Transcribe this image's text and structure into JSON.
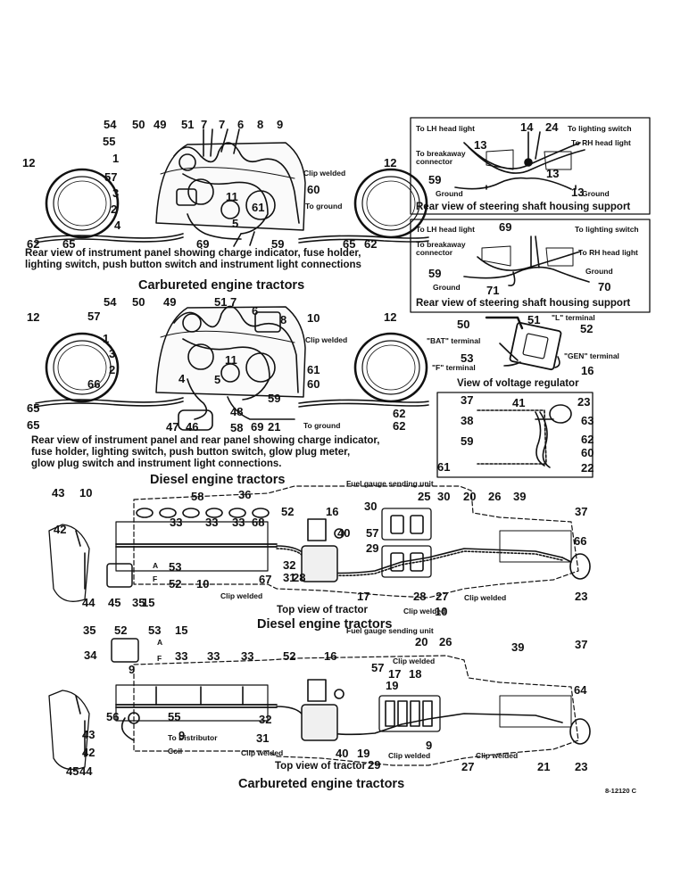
{
  "captions": {
    "panel_carb": "Rear view of instrument panel showing charge indicator, fuse holder,\nlighting switch, push button switch and instrument light connections",
    "title_carb_1": "Carbureted engine tractors",
    "panel_diesel": "Rear view of instrument panel and rear panel showing charge indicator,\nfuse holder, lighting switch, push button switch, glow plug meter,\nglow plug switch and instrument light connections.",
    "title_diesel_1": "Diesel engine tractors",
    "steer_1": "Rear view of steering shaft housing support",
    "steer_2": "Rear view of steering shaft housing support",
    "voltage": "View of voltage regulator",
    "top_view_diesel": "Top view of tractor",
    "title_diesel_2": "Diesel engine tractors",
    "top_view_carb": "Top view of tractor",
    "title_carb_2": "Carbureted engine tractors",
    "figure_no": "8-12120 C"
  },
  "notes": {
    "clip_welded": "Clip welded",
    "to_ground": "To ground",
    "to_lh_head": "To LH head light",
    "to_lighting_switch": "To lighting switch",
    "to_rh_head": "To RH head light",
    "to_breakaway": "To breakaway\nconnector",
    "ground": "Ground",
    "l_terminal": "\"L\" terminal",
    "bat_terminal": "\"BAT\" terminal",
    "gen_terminal": "\"GEN\" terminal",
    "f_terminal": "\"F\" terminal",
    "fuel_gauge": "Fuel gauge sending unit",
    "to_distributor": "To Distributor",
    "coil": "Coil",
    "a": "A",
    "f": "F"
  },
  "callouts": {
    "p1": [
      "54",
      "50",
      "49",
      "51",
      "7",
      "7",
      "6",
      "8",
      "9",
      "55",
      "1",
      "57",
      "3",
      "2",
      "4",
      "12",
      "12",
      "11",
      "5",
      "61",
      "60",
      "62",
      "65",
      "69",
      "59",
      "65",
      "62"
    ],
    "p2": [
      "54",
      "50",
      "49",
      "51",
      "7",
      "6",
      "8",
      "10",
      "57",
      "1",
      "3",
      "2",
      "4",
      "66",
      "12",
      "12",
      "11",
      "5",
      "61",
      "60",
      "59",
      "47",
      "46",
      "48",
      "58",
      "69",
      "21",
      "62",
      "65",
      "62",
      "65"
    ],
    "s1": [
      "14",
      "24",
      "13",
      "13",
      "59",
      "13"
    ],
    "s2": [
      "69",
      "59",
      "71",
      "70"
    ],
    "vr": [
      "50",
      "51",
      "52",
      "53",
      "16"
    ],
    "box": [
      "37",
      "41",
      "23",
      "38",
      "63",
      "59",
      "62",
      "60",
      "61",
      "22"
    ],
    "t1": [
      "43",
      "10",
      "42",
      "58",
      "36",
      "33",
      "33",
      "33",
      "68",
      "52",
      "16",
      "40",
      "30",
      "25",
      "30",
      "20",
      "26",
      "39",
      "37",
      "53",
      "52",
      "35",
      "15",
      "44",
      "45",
      "10",
      "32",
      "31",
      "28",
      "67",
      "57",
      "29",
      "17",
      "28",
      "27",
      "10",
      "66",
      "23"
    ],
    "t2": [
      "35",
      "52",
      "53",
      "15",
      "34",
      "9",
      "33",
      "33",
      "33",
      "52",
      "16",
      "57",
      "17",
      "18",
      "19",
      "20",
      "26",
      "39",
      "37",
      "64",
      "43",
      "42",
      "56",
      "55",
      "9",
      "44",
      "45",
      "32",
      "31",
      "40",
      "19",
      "29",
      "9",
      "27",
      "21",
      "23"
    ]
  }
}
